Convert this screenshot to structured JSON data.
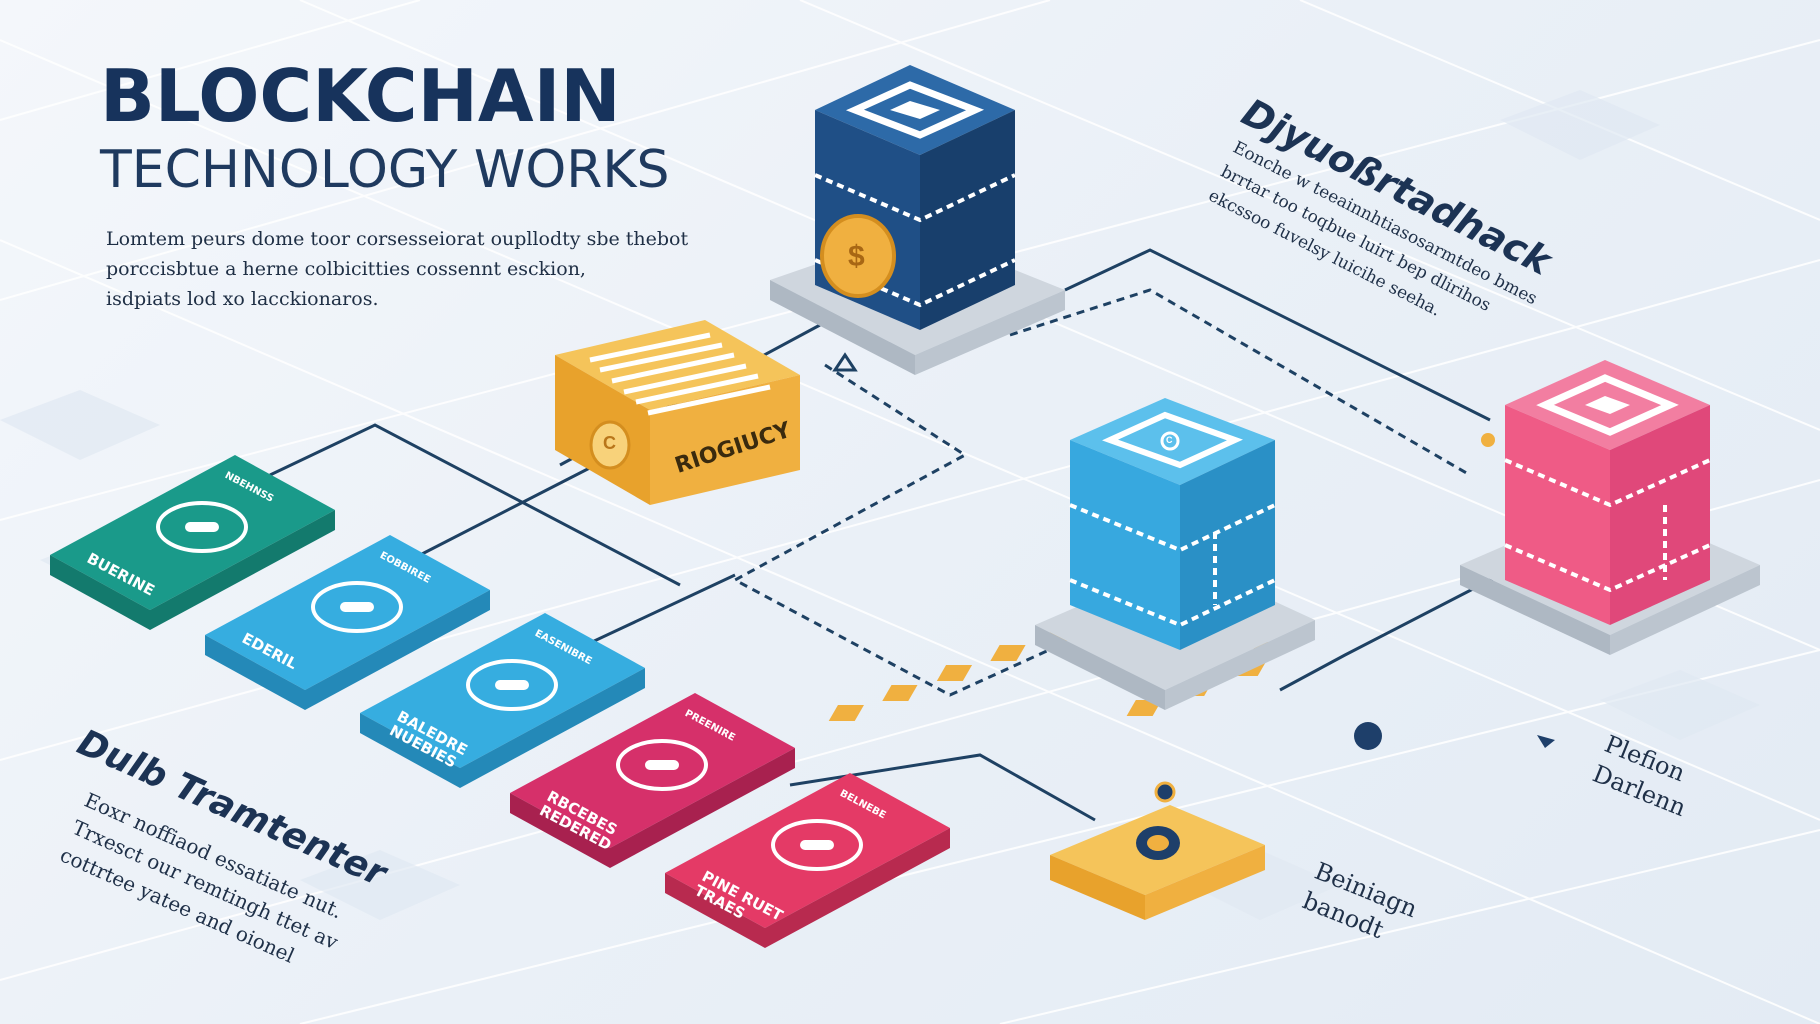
{
  "title": {
    "line1": "BLOCKCHAIN",
    "line2": "TECHNOLOGY WORKS"
  },
  "intro": {
    "lines": [
      "Lomtem peurs dome toor corsesseiorat oupllodty sbe thebot",
      "porccisbtue a herne colbicitties cossennt esckion,",
      "isdpiats lod xo lacckionaros."
    ]
  },
  "top_right_annotation": {
    "heading": "Djyuoßrtadhack",
    "lines": [
      "Eonche w teeainnhtiasosarmtdeo bmes",
      "brrtar too toqbue luirt bep dlirihos",
      "ekcssoo fuvelsy luicihe seeha."
    ]
  },
  "bottom_left_annotation": {
    "heading": "Dulb Tramtenter",
    "lines": [
      "Eoxr noffiaod essatiate nut.",
      "Trxesct our remtingh ttet av",
      "cottrtee yatee and oionel"
    ]
  },
  "orange_box": {
    "label": "RIOGIUCY",
    "coin": "C"
  },
  "top_cube": {
    "coin": "$"
  },
  "blue_cube": {
    "emblem": "C"
  },
  "cards": [
    {
      "color": "#1a9a8a",
      "dark": "#137a6d",
      "label": "BUERINE",
      "small": "NBEHNSS"
    },
    {
      "color": "#36ade0",
      "dark": "#2489b8",
      "label": "EDERIL",
      "small": "EOBBIREE"
    },
    {
      "color": "#36ade0",
      "dark": "#2489b8",
      "label": "BALEDRE NUEBIES",
      "small": "EASENIBRE"
    },
    {
      "color": "#d6306a",
      "dark": "#a8214f",
      "label": "RBCEBES REDERED",
      "small": "PREENIRE"
    },
    {
      "color": "#e43a66",
      "dark": "#b82a4f",
      "label": "PINE RUET TRAES",
      "small": "BELNEBE"
    }
  ],
  "right_labels": {
    "person": [
      "Plefion",
      "Darlenn"
    ],
    "bottom": [
      "Beiniagn",
      "banodt"
    ]
  },
  "colors": {
    "navy": "#1f4f86",
    "sky": "#37a8df",
    "pink": "#ef5b86",
    "orange": "#f0b040",
    "teal": "#1a9a8a",
    "line": "#1e4163"
  }
}
